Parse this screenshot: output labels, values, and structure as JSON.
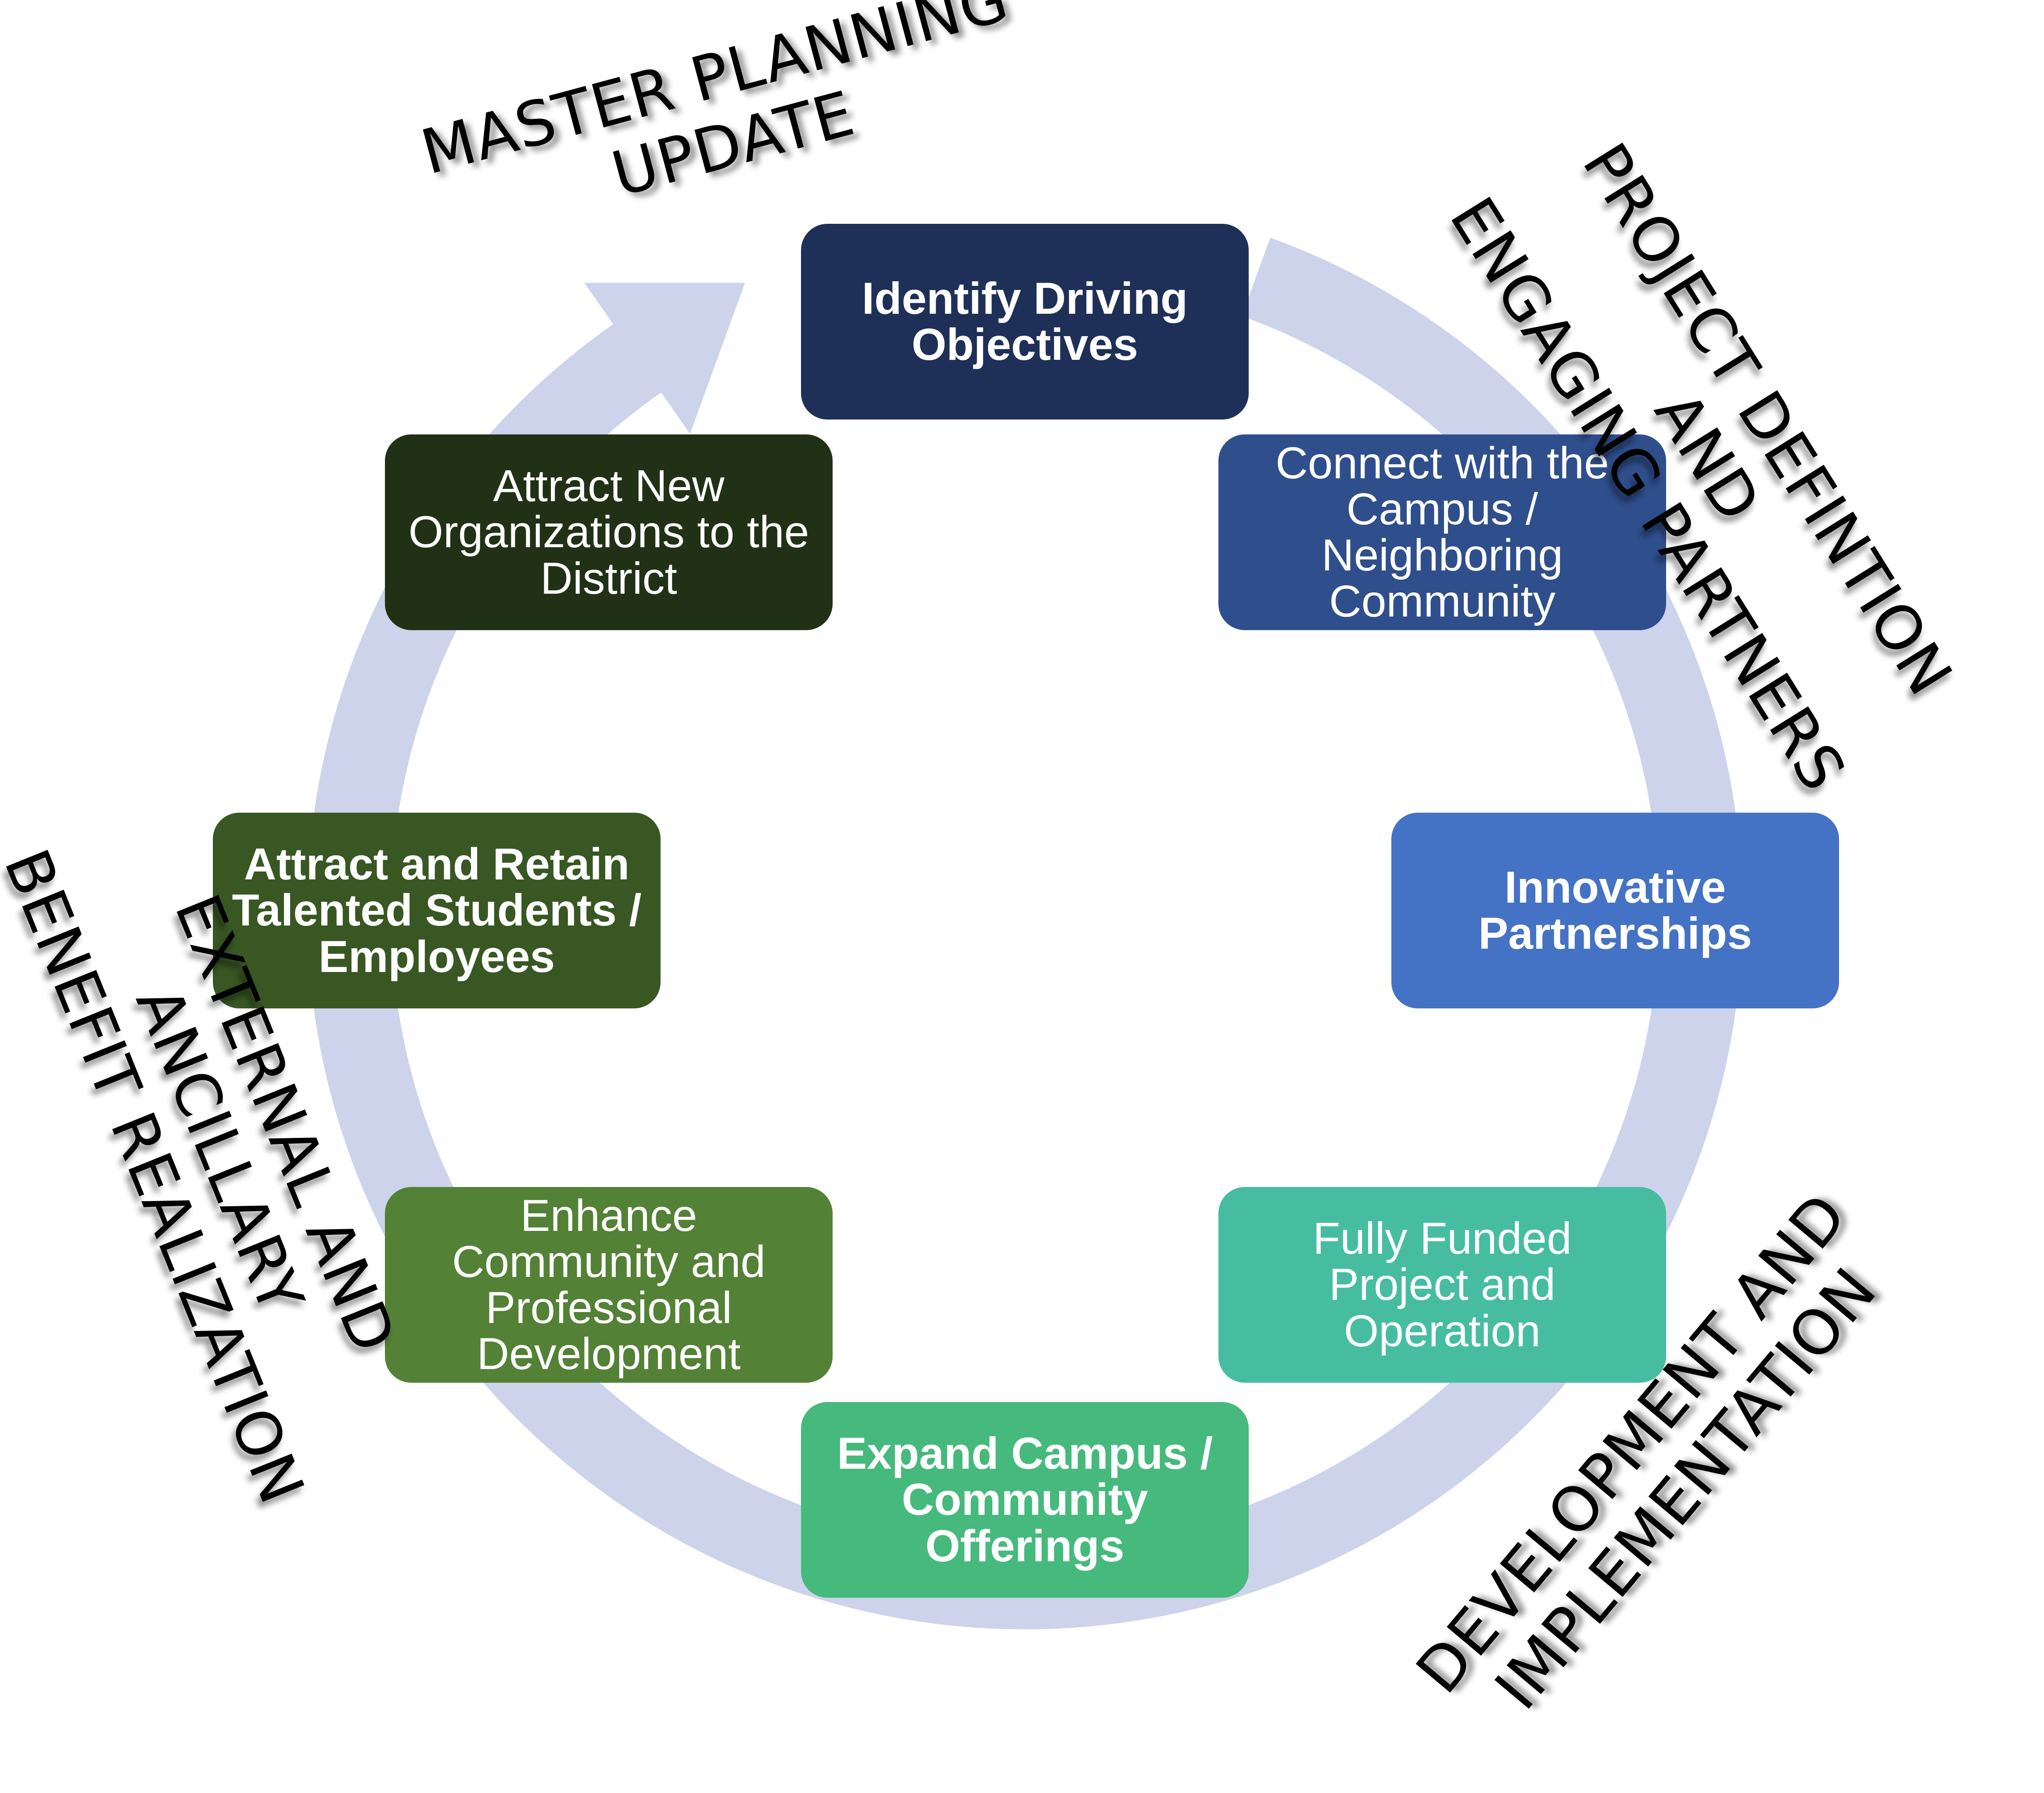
{
  "colors": {
    "arrow": "#cdd3ea",
    "identify": "#1e3057",
    "connect": "#2f4e8c",
    "innovative": "#4472c4",
    "funded": "#46bda1",
    "expand": "#46b97c",
    "enhance": "#538135",
    "attract_retain": "#385723",
    "attract_new": "#213115"
  },
  "nodes": [
    {
      "id": "identify",
      "label": "Identify Driving\nObjectives"
    },
    {
      "id": "connect",
      "label": "Connect with the\nCampus /\nNeighboring\nCommunity"
    },
    {
      "id": "innovative",
      "label": "Innovative\nPartnerships"
    },
    {
      "id": "funded",
      "label": "Fully Funded\nProject and\nOperation"
    },
    {
      "id": "expand",
      "label": "Expand Campus /\nCommunity\nOfferings"
    },
    {
      "id": "enhance",
      "label": "Enhance\nCommunity and\nProfessional\nDevelopment"
    },
    {
      "id": "attract_retain",
      "label": "Attract and Retain\nTalented Students /\nEmployees"
    },
    {
      "id": "attract_new",
      "label": "Attract New\nOrganizations to the\nDistrict"
    }
  ],
  "phases": {
    "master_planning": "MASTER PLANNING\nUPDATE",
    "project_definition": "PROJECT DEFINTION AND\nENGAGING PARTNERS",
    "development": "DEVELOPMENT AND\nIMPLEMENTATION",
    "external": "EXTERNAL AND ANCILLARY\nBENEFIT REALIZATION"
  }
}
